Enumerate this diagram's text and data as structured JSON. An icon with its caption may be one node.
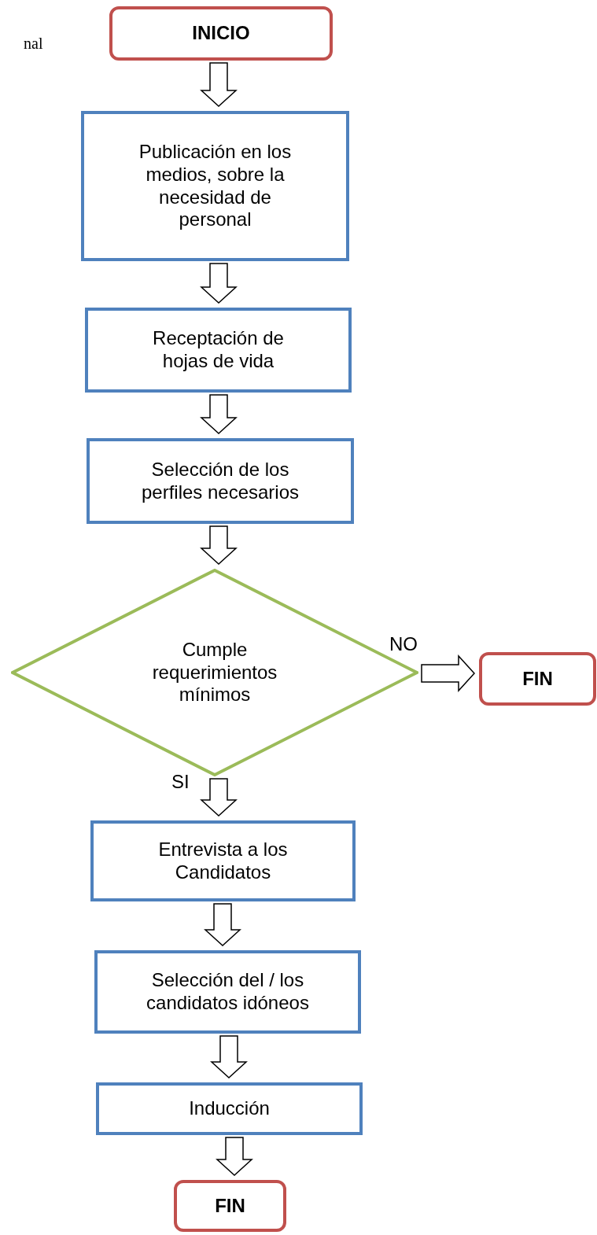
{
  "diagram": {
    "nodes": [
      {
        "text": [
          "INICIO"
        ]
      },
      {
        "text": [
          "Publicación en los medios, sobre la necesidad de personal"
        ]
      },
      {
        "text": [
          "Receptación de hojas de vida"
        ]
      },
      {
        "text": [
          "Selección de los perfiles necesarios"
        ]
      },
      {
        "text": [
          "Cumple requerimientos mínimos"
        ]
      },
      {
        "text": [
          "FIN"
        ]
      },
      {
        "text": [
          "Entrevista a los Candidatos"
        ]
      },
      {
        "text": [
          "Selección del / los candidatos idóneos"
        ]
      },
      {
        "text": [
          "Inducción"
        ]
      },
      {
        "text": [
          "FIN"
        ]
      }
    ],
    "edges": [
      {
        "from": 0,
        "to": 1,
        "arrow": "to"
      },
      {
        "from": 1,
        "to": 2,
        "arrow": "to"
      },
      {
        "from": 2,
        "to": 3,
        "arrow": "to"
      },
      {
        "from": 3,
        "to": 4,
        "arrow": "to"
      },
      {
        "from": 4,
        "to": 5,
        "arrow": "to",
        "label": "NO"
      },
      {
        "from": 4,
        "to": 6,
        "arrow": "to",
        "label": "SI"
      },
      {
        "from": 6,
        "to": 7,
        "arrow": "to"
      },
      {
        "from": 7,
        "to": 8,
        "arrow": "to"
      },
      {
        "from": 8,
        "to": 9,
        "arrow": "to"
      }
    ],
    "labels": [
      "nal"
    ]
  }
}
